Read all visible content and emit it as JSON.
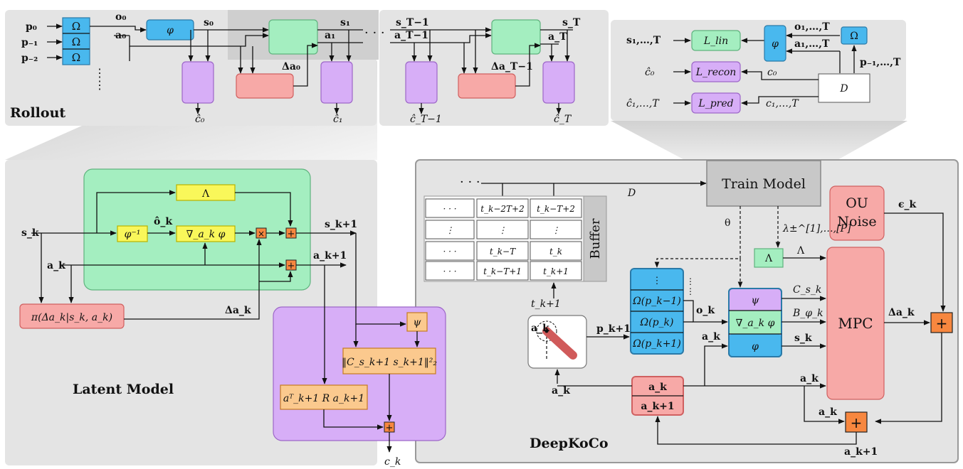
{
  "panels": {
    "rollout": "Rollout",
    "latent": "Latent Model",
    "deepkoco": "DeepKoCo"
  },
  "rollout": {
    "p0": "p₀",
    "p_1": "p₋₁",
    "p_2": "p₋₂",
    "omega": "Ω",
    "o0": "o₀",
    "a0": "a₀",
    "phi": "φ",
    "s0": "s₀",
    "s1": "s₁",
    "a1": "a₁",
    "da0": "Δa₀",
    "c0": "ĉ₀",
    "c1": "ĉ₁",
    "dots": "· · ·",
    "vdots": "⋮",
    "sT1": "s_T−1",
    "aT1": "a_T−1",
    "sT": "s_T",
    "aT": "a_T",
    "daT1": "Δa_T−1",
    "cT1": "ĉ_T−1",
    "cT": "ĉ_T"
  },
  "loss": {
    "s_in": "s₁,…,T",
    "L_lin": "L_lin",
    "phi": "φ",
    "o_in": "o₁,…,T",
    "a_in": "a₁,…,T",
    "omega": "Ω",
    "p_in": "p₋₁,…,T",
    "c0_hat": "ĉ₀",
    "L_recon": "L_recon",
    "c0": "c₀",
    "D": "D",
    "c_hat": "ĉ₁,…,T",
    "L_pred": "L_pred",
    "c": "c₁,…,T"
  },
  "latent": {
    "sk": "s_k",
    "ak": "a_k",
    "lambda": "Λ",
    "phi_inv": "φ⁻¹",
    "o_hat": "ô_k",
    "grad": "∇_a_k φ",
    "times": "×",
    "plus": "+",
    "sk1": "s_k+1",
    "ak1": "a_k+1",
    "policy": "π(Δa_k|s_k, a_k)",
    "dak": "Δa_k",
    "psi": "ψ",
    "cost_state": "‖C_s_k+1 s_k+1‖²₂",
    "cost_action": "aᵀ_k+1 R a_k+1",
    "ck": "c_k"
  },
  "deepkoco": {
    "dots": "· · ·",
    "train_model": "Train Model",
    "D": "D",
    "ou_noise_1": "OU",
    "ou_noise_2": "Noise",
    "eps": "ϵ_k",
    "buffer": "Buffer",
    "buffer_cols": [
      [
        "· · ·",
        "⋮",
        "· · ·",
        "· · ·"
      ],
      [
        "t_k−2T+2",
        "⋮",
        "t_k−T",
        "t_k−T+1"
      ],
      [
        "t_k−T+2",
        "⋮",
        "t_k",
        "t_k+1"
      ]
    ],
    "theta": "θ",
    "lambda_pm": "λ±^[1],…,[P]",
    "lambda": "Λ",
    "lambda_out": "Λ",
    "tk1": "t_k+1",
    "pk1": "p_k+1",
    "omega_stack": [
      "⋮",
      "Ω(p_k−1)",
      "Ω(p_k)",
      "Ω(p_k+1)"
    ],
    "ok": "o_k",
    "vdots": "⋮",
    "psi": "ψ",
    "grad": "∇_a_k φ",
    "phi": "φ",
    "C": "C_s_k",
    "B": "B_φ_k",
    "sk": "s_k",
    "mpc": "MPC",
    "dak": "Δa_k",
    "ak_pend": "a_k",
    "ak_in": "a_k",
    "ak_mid": "a_k",
    "ak_right": "a_k",
    "ak_sum": "a_k",
    "delay_top": "a_k",
    "delay_bot": "a_k+1",
    "ak1_out": "a_k+1",
    "plus": "+"
  },
  "colors": {
    "blue": "#49b8ee",
    "green": "#a4eec0",
    "pink": "#f7a9a7",
    "purple": "#d7aef7",
    "yellow": "#f9f75a",
    "orange": "#fbc98e",
    "orange_sum": "#f7873f",
    "panel": "#e4e4e4",
    "gray_box": "#c8c8c8"
  }
}
